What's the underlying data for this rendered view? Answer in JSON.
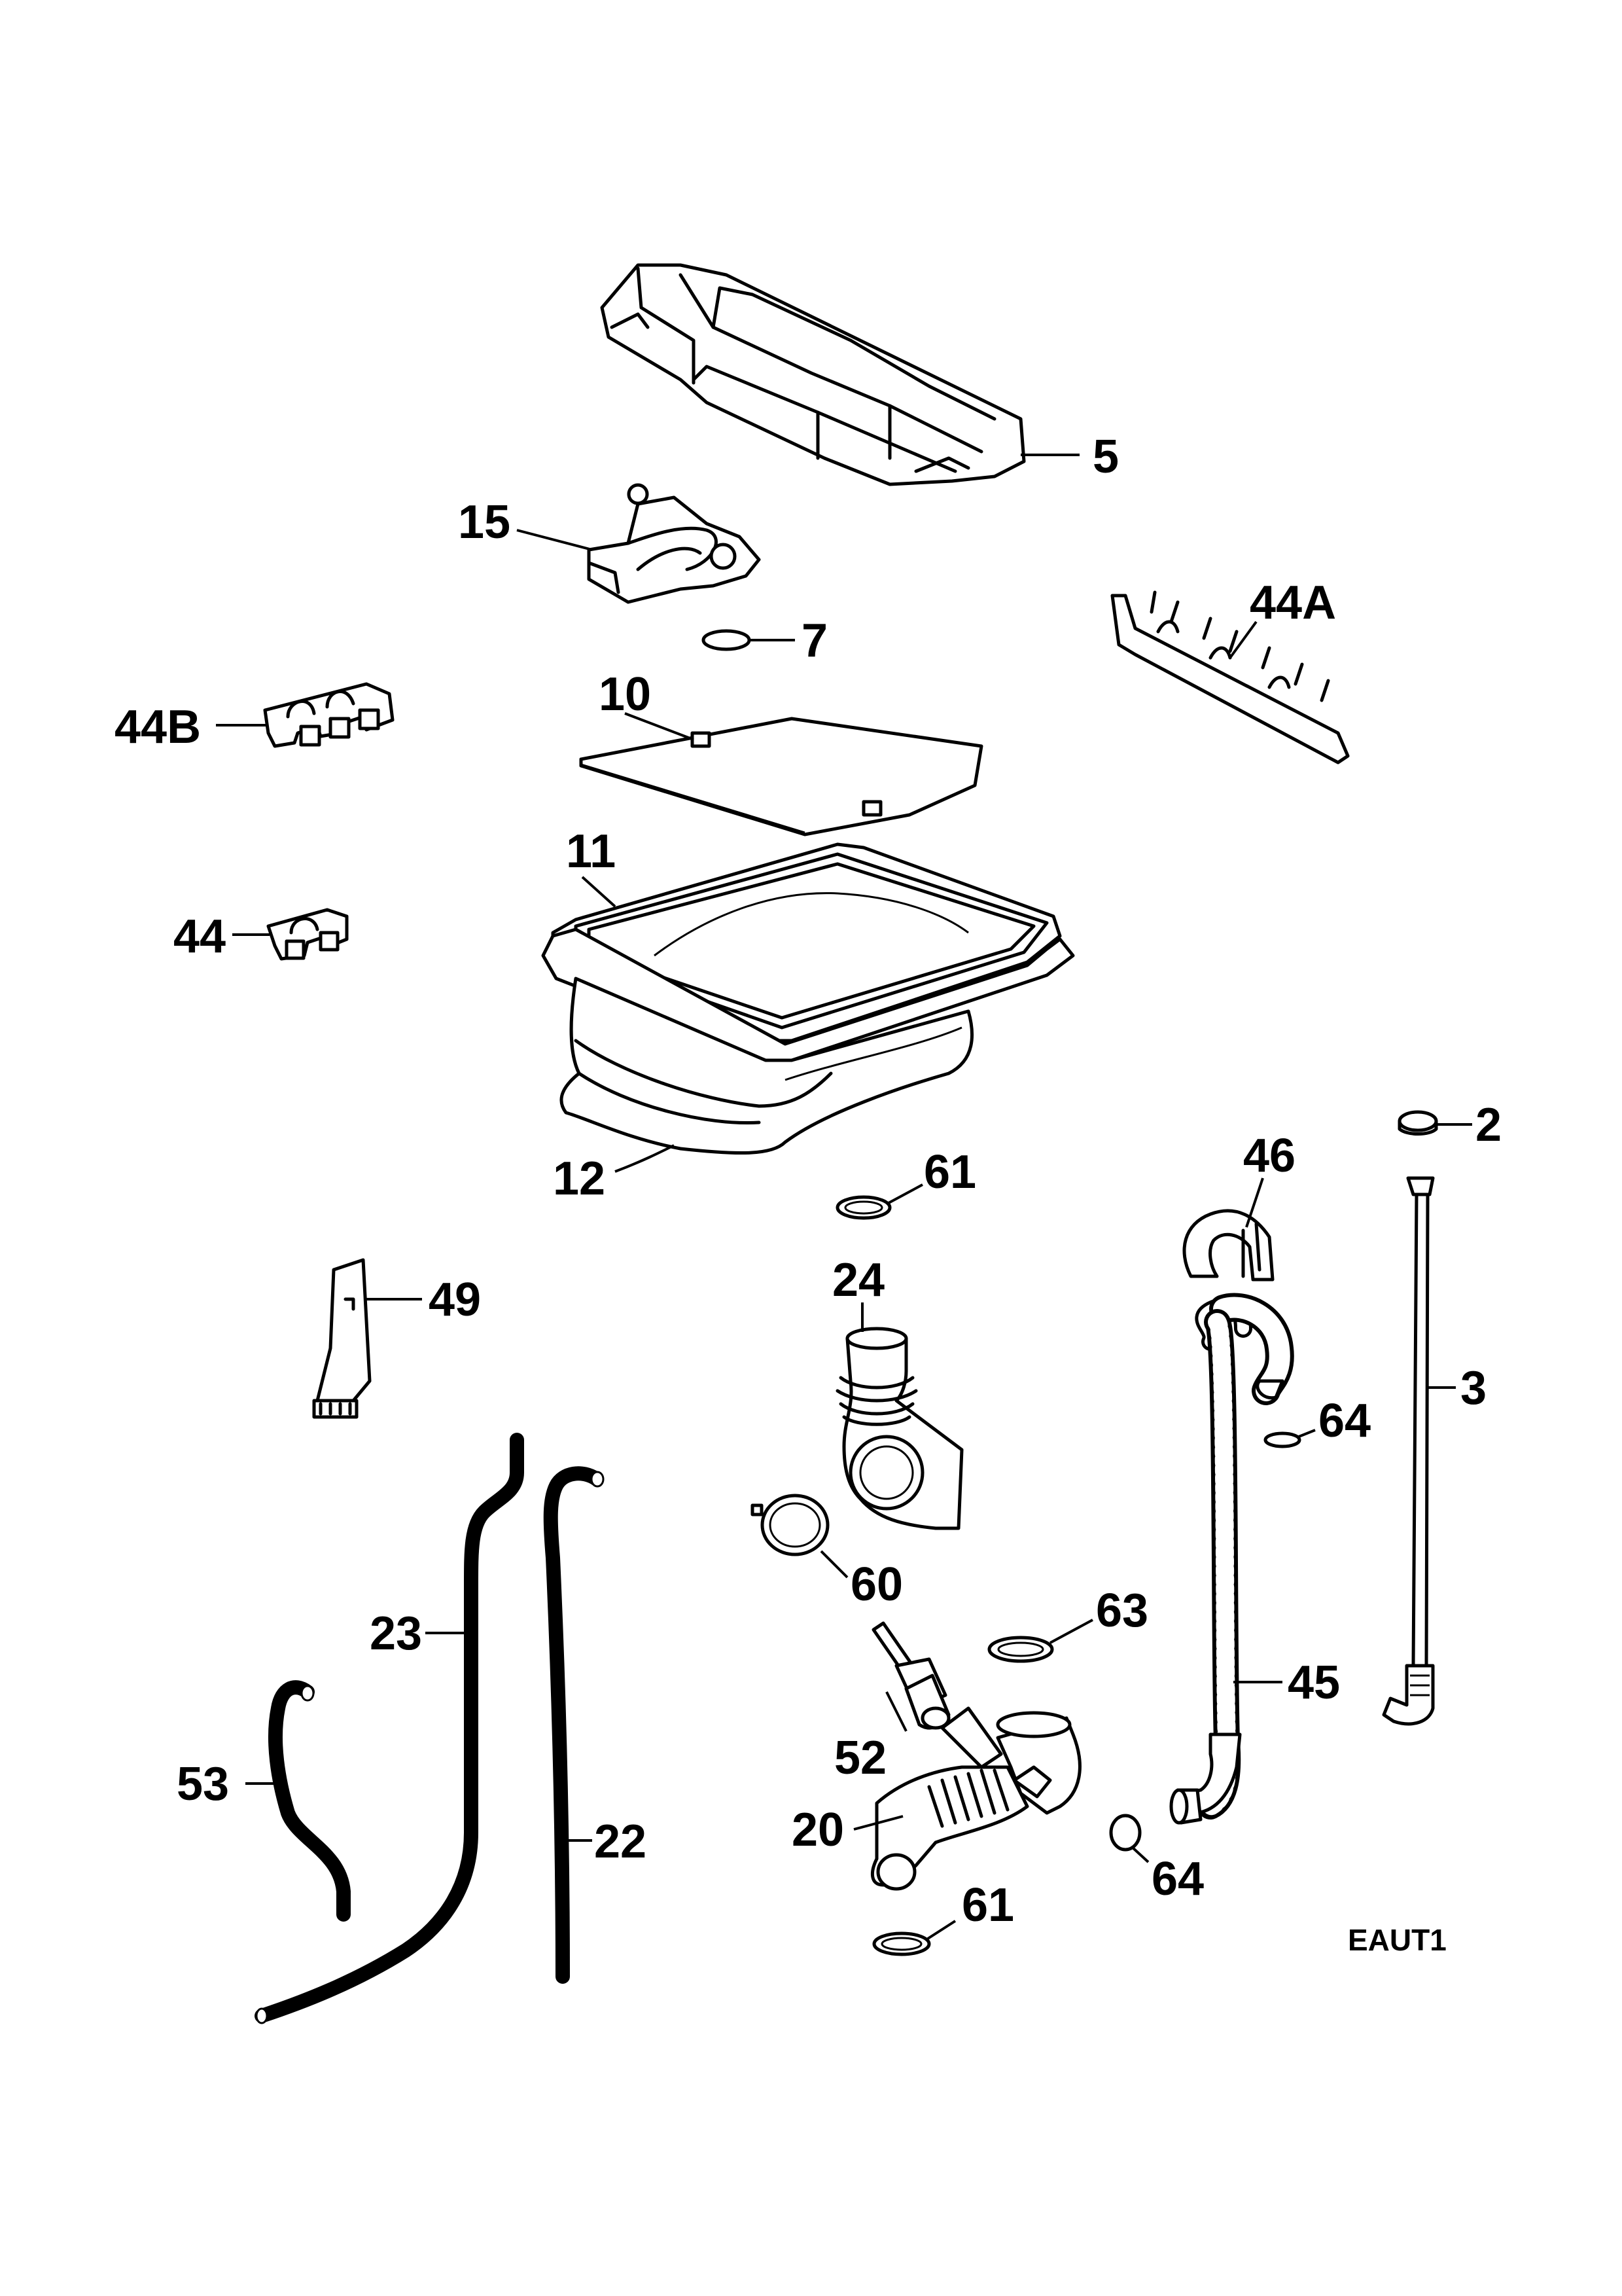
{
  "labels": {
    "l5": "5",
    "l15": "15",
    "l7": "7",
    "l44a": "44A",
    "l44b": "44B",
    "l10": "10",
    "l11": "11",
    "l44": "44",
    "l12": "12",
    "l2": "2",
    "l61a": "61",
    "l46": "46",
    "l49": "49",
    "l24": "24",
    "l3": "3",
    "l64a": "64",
    "l23": "23",
    "l60": "60",
    "l63": "63",
    "l45": "45",
    "l52": "52",
    "l53": "53",
    "l20": "20",
    "l22": "22",
    "l64b": "64",
    "l61b": "61"
  },
  "reference_code": "EAUT1"
}
